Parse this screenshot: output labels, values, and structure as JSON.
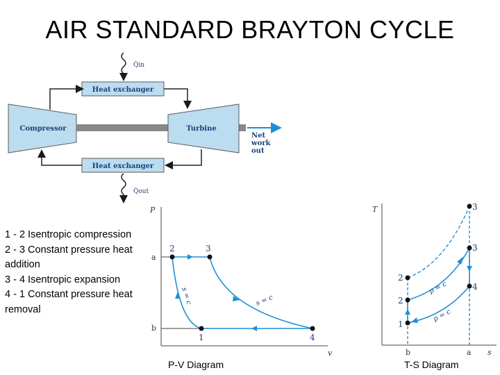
{
  "title": "AIR STANDARD BRAYTON CYCLE",
  "schematic": {
    "qin_label": "Q̇in",
    "qout_label": "Q̇out",
    "top_hx_label": "Heat exchanger",
    "bottom_hx_label": "Heat exchanger",
    "compressor_label": "Compressor",
    "turbine_label": "Turbine",
    "net_work_lines": [
      "Net",
      "work",
      "out"
    ]
  },
  "processes": [
    "1 - 2    Isentropic compression",
    "2 - 3    Constant pressure heat addition",
    "3 - 4    Isentropic expansion",
    "4 - 1    Constant pressure heat removal"
  ],
  "pv": {
    "caption": "P-V Diagram",
    "y_axis": "P",
    "x_axis": "v",
    "tick_a": "a",
    "tick_b": "b",
    "pt1": "1",
    "pt2": "2",
    "pt3": "3",
    "pt4": "4",
    "curve_12": "s = c",
    "curve_34": "s = c"
  },
  "ts": {
    "caption": "T-S Diagram",
    "y_axis": "T",
    "x_axis": "s",
    "tick_a": "a",
    "tick_b": "b",
    "pt1": "1",
    "pt2": "2",
    "pt2p": "2",
    "pt3": "3",
    "pt3top": "3",
    "pt4": "4",
    "isobar_hi": "p = c",
    "isobar_lo": "p = c"
  },
  "colors": {
    "line": "#1f8fd6",
    "box": "#bcdcf0",
    "text": "#1c3f75"
  }
}
